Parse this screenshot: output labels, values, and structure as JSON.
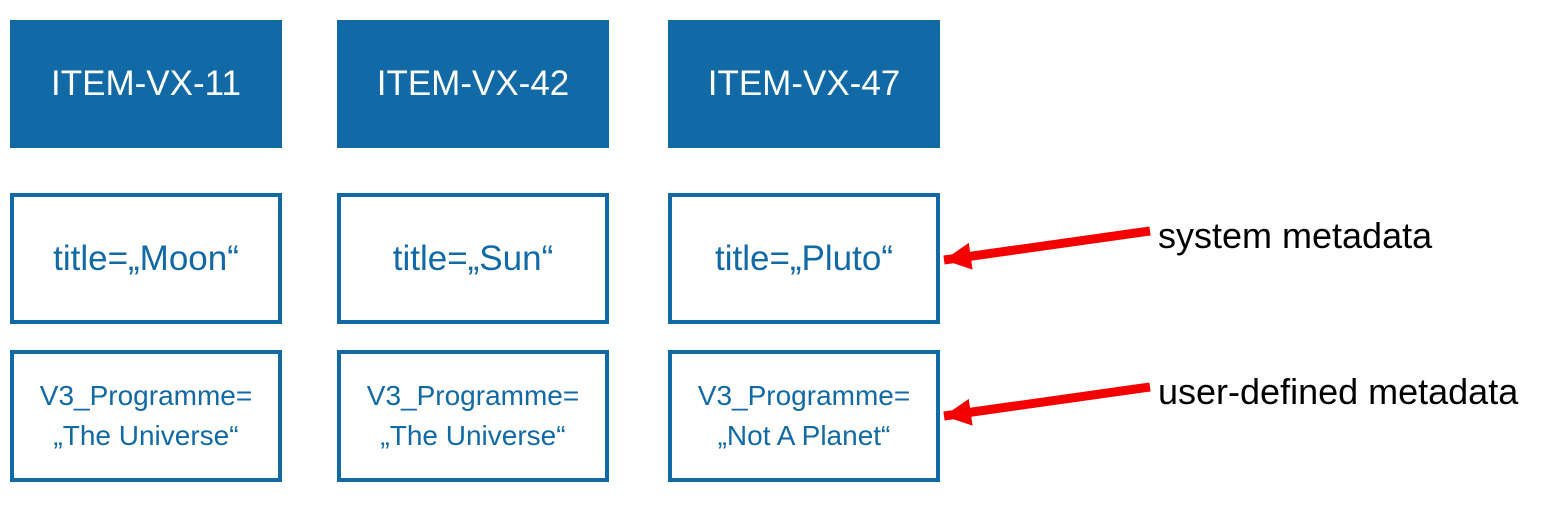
{
  "colors": {
    "box_blue": "#1169A6",
    "arrow_red": "#F40000",
    "label_black": "#000000"
  },
  "items": [
    {
      "id": "ITEM-VX-11",
      "system_metadata": "title=„Moon“",
      "user_metadata": {
        "line1": "V3_Programme=",
        "line2": "„The Universe“"
      }
    },
    {
      "id": "ITEM-VX-42",
      "system_metadata": "title=„Sun“",
      "user_metadata": {
        "line1": "V3_Programme=",
        "line2": "„The Universe“"
      }
    },
    {
      "id": "ITEM-VX-47",
      "system_metadata": "title=„Pluto“",
      "user_metadata": {
        "line1": "V3_Programme=",
        "line2": "„Not A Planet“"
      }
    }
  ],
  "annotations": {
    "system": "system metadata",
    "user_defined": "user-defined metadata"
  }
}
